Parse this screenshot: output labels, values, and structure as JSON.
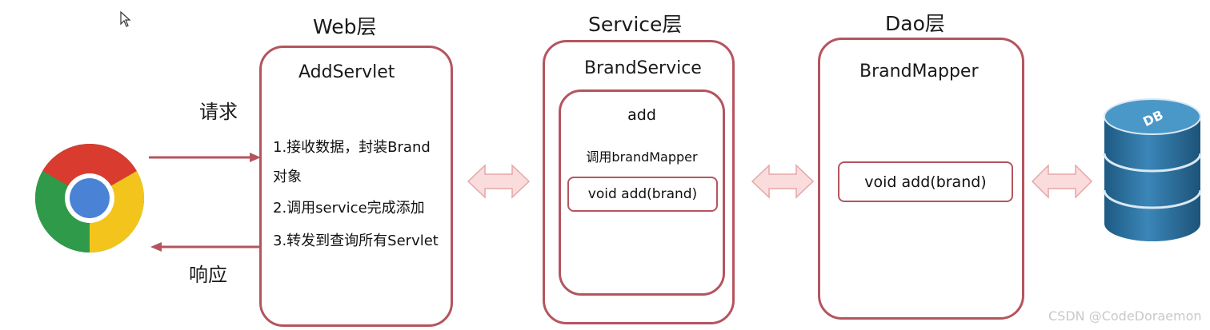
{
  "layers": {
    "web": "Web层",
    "service": "Service层",
    "dao": "Dao层"
  },
  "client": {
    "request_label": "请求",
    "response_label": "响应",
    "browser_icon": "chrome-browser-icon"
  },
  "web_box": {
    "title": "AddServlet",
    "step1_line1": "1.接收数据，封装Brand",
    "step1_line2": "对象",
    "step2": "2.调用service完成添加",
    "step3": "3.转发到查询所有Servlet"
  },
  "service_box": {
    "title": "BrandService",
    "method_name": "add",
    "method_desc": "调用brandMapper",
    "method_call": "void add(brand)"
  },
  "dao_box": {
    "title": "BrandMapper",
    "method_call": "void add(brand)"
  },
  "database": {
    "label": "DB",
    "icon": "database-cylinder-icon"
  },
  "watermark": "CSDN @CodeDoraemon",
  "colors": {
    "box_border": "#b4555e",
    "arrow_fill": "#fbdcdc",
    "arrow_stroke": "#e6a6a6",
    "db_blue": "#2b6d97"
  }
}
